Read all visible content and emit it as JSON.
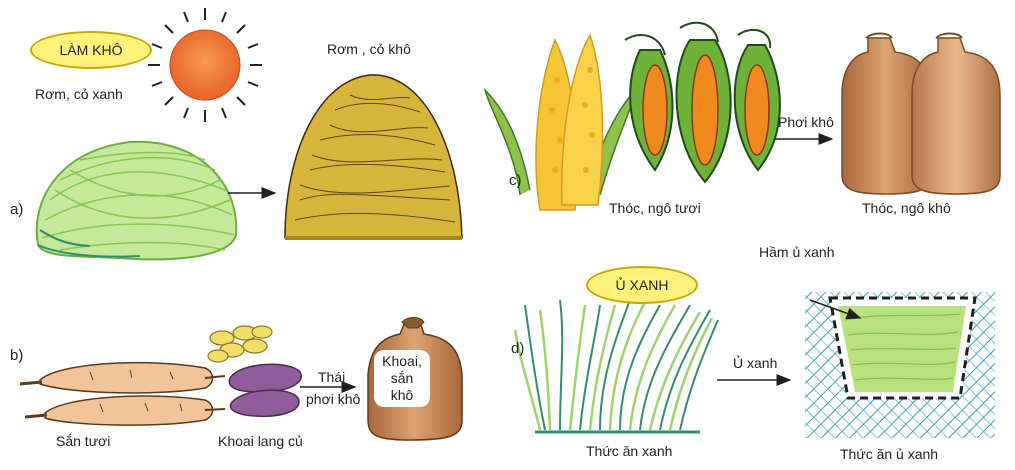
{
  "a": {
    "letter": "a)",
    "method_badge": "LÀM KHÔ",
    "input_label": "Rơm, cỏ xanh",
    "output_label": "Rơm , cỏ khô"
  },
  "b": {
    "letter": "b)",
    "cassava_label": "Sắn tươi",
    "sweet_potato_label": "Khoai lang củ",
    "process_line1": "Thái",
    "process_line2": "phơi khô",
    "bag_text": "Khoai,\nsắn\nkhô"
  },
  "c": {
    "letter": "c)",
    "input_label": "Thóc, ngô tươi",
    "process_label": "Phơi khô",
    "output_label": "Thóc, ngô khô"
  },
  "d": {
    "letter": "d)",
    "method_badge": "Ủ XANH",
    "silo_title": "Hầm ủ xanh",
    "input_label": "Thức ăn xanh",
    "process_label": "Ủ xanh",
    "output_label": "Thức ăn ủ xanh"
  },
  "colors": {
    "green_fodder": "#9fd36b",
    "dry_hay": "#c9a52a",
    "sun": "#f0793a",
    "bag": "#c8874e",
    "badge": "#fff27a"
  }
}
